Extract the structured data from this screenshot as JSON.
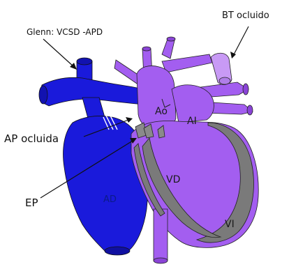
{
  "labels": {
    "glenn": "Glenn: VCSD -APD",
    "bt": "BT ocluido",
    "ap": "AP ocluida",
    "ep": "EP",
    "ao": "Ao",
    "ai": "AI",
    "vd": "VD",
    "ad": "AD",
    "vi": "VI"
  },
  "colors": {
    "blue": "#1a1adb",
    "purple": "#a35ef0",
    "purple_light": "#c89af5",
    "gray": "#7a7a7a",
    "outline": "#222222"
  }
}
